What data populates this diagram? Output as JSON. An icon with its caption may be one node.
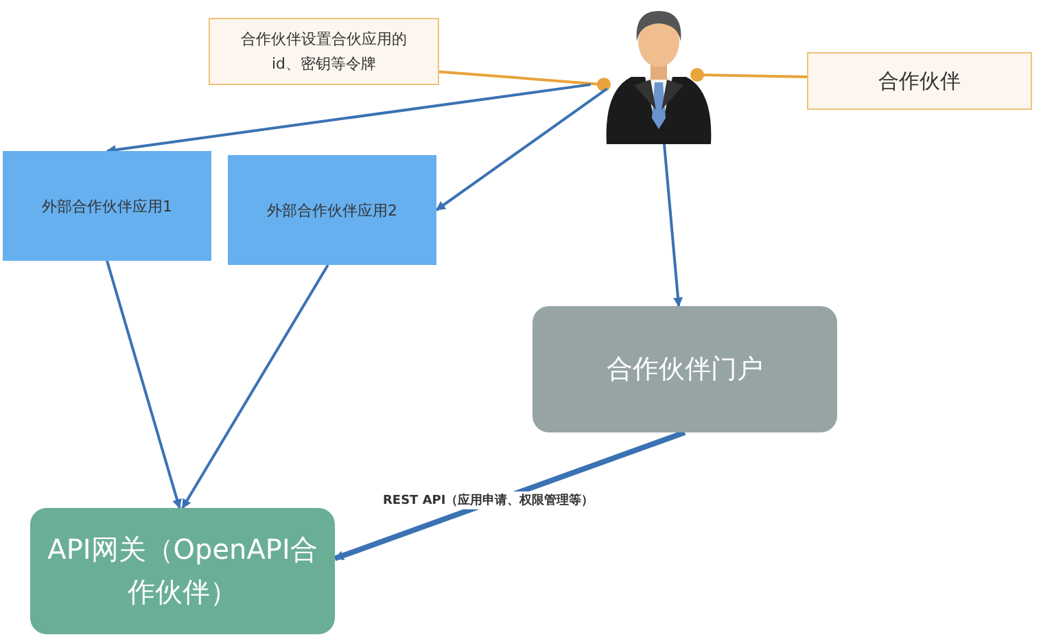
{
  "diagram": {
    "nodes": [
      {
        "text": [
          "合作伙伴设置合伙应用的 id、密钥等令牌"
        ]
      },
      {
        "text": [],
        "shape": "person"
      },
      {
        "text": [
          "合作伙伴"
        ]
      },
      {
        "text": [
          "外部合作伙伴应用1"
        ]
      },
      {
        "text": [
          "外部合作伙伴应用2"
        ]
      },
      {
        "text": [
          "合作伙伴门户"
        ]
      },
      {
        "text": [
          "API网关（OpenAPI合作伙伴）"
        ]
      }
    ],
    "edges": [
      {
        "from": 0,
        "to": 1,
        "arrow": "other",
        "color": "#e8a33a"
      },
      {
        "from": 2,
        "to": 1,
        "arrow": "other",
        "color": "#e8a33a"
      },
      {
        "from": 1,
        "to": 3,
        "arrow": "to"
      },
      {
        "from": 1,
        "to": 4,
        "arrow": "to"
      },
      {
        "from": 1,
        "to": 5,
        "arrow": "to"
      },
      {
        "from": 3,
        "to": 6,
        "arrow": "to"
      },
      {
        "from": 4,
        "to": 6,
        "arrow": "to"
      },
      {
        "from": 5,
        "to": 6,
        "arrow": "to",
        "label": "REST API（应用申请、权限管理等）",
        "style": "thick"
      }
    ]
  }
}
